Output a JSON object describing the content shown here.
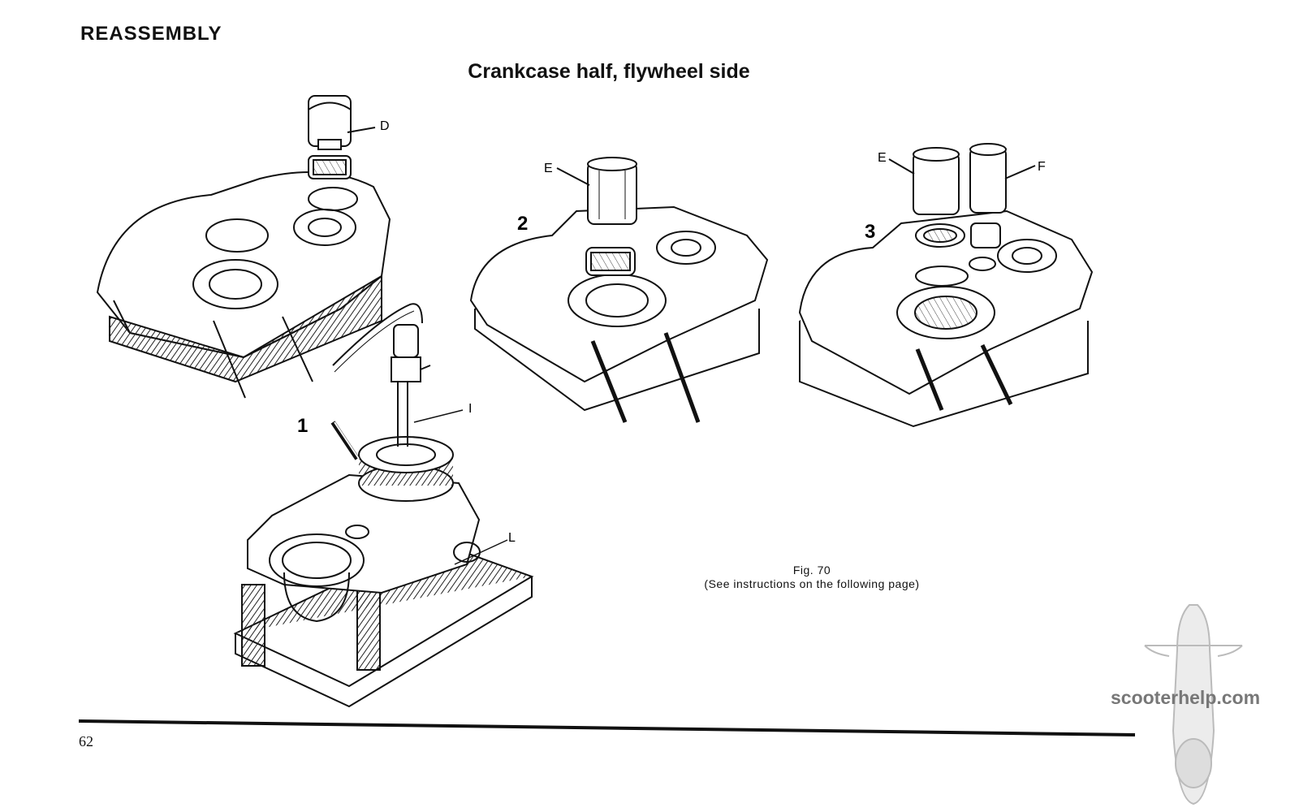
{
  "page": {
    "section_heading": "REASSEMBLY",
    "figure_title": "Crankcase half, flywheel side",
    "page_number": "62"
  },
  "figure": {
    "caption": "Fig. 70",
    "caption_note": "(See instructions on the following page)",
    "step_numbers": [
      "1",
      "2",
      "3"
    ],
    "callouts": {
      "d": "D",
      "e_step2": "E",
      "e_step3": "E",
      "f": "F",
      "i": "I",
      "l": "L"
    }
  },
  "watermark": {
    "text": "scooterhelp.com"
  }
}
